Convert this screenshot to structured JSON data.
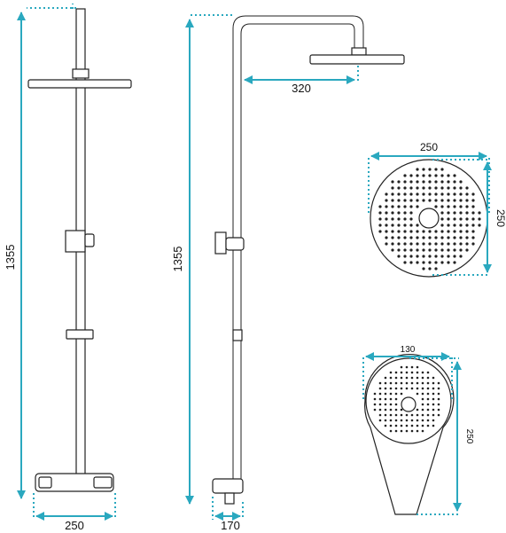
{
  "colors": {
    "dimension": "#2aa8bf",
    "outline": "#222222",
    "background": "#ffffff"
  },
  "dimensions": {
    "front_height": "1355",
    "front_width": "250",
    "side_height": "1355",
    "side_depth": "170",
    "arm_reach": "320",
    "head_width": "250",
    "head_height": "250",
    "hand_width": "130",
    "hand_length": "250"
  },
  "chart_data": {
    "type": "table",
    "rows": [
      {
        "dimension": "front_height",
        "value": 1355
      },
      {
        "dimension": "front_width",
        "value": 250
      },
      {
        "dimension": "side_height",
        "value": 1355
      },
      {
        "dimension": "side_depth",
        "value": 170
      },
      {
        "dimension": "arm_reach",
        "value": 320
      },
      {
        "dimension": "head_width",
        "value": 250
      },
      {
        "dimension": "head_height",
        "value": 250
      },
      {
        "dimension": "hand_width",
        "value": 130
      },
      {
        "dimension": "hand_length",
        "value": 250
      }
    ]
  }
}
